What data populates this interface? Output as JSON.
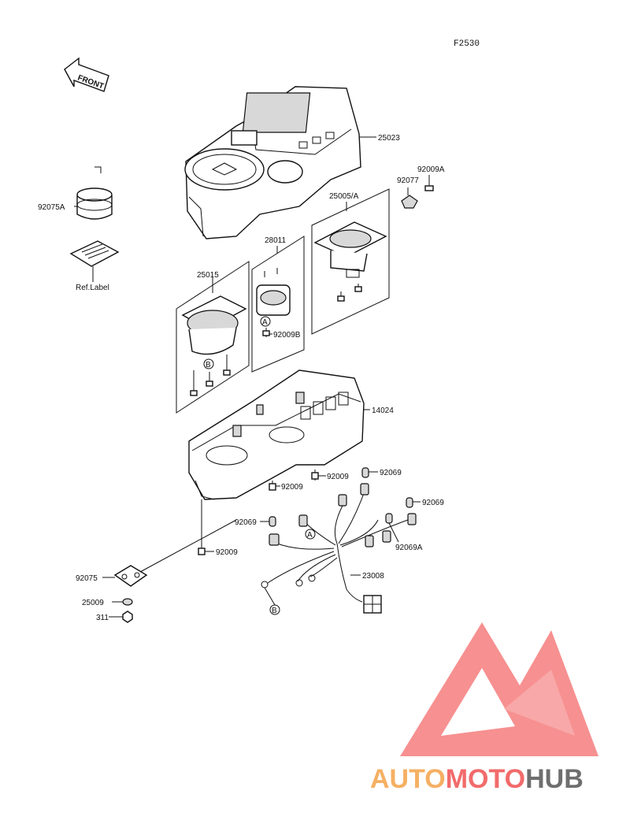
{
  "figure_code": "F2530",
  "front_arrow": "FRONT",
  "callouts": {
    "p25023": "25023",
    "p92075A": "92075A",
    "ref_label": "Ref.Label",
    "p92009A": "92009A",
    "p92077": "92077",
    "p25005A": "25005/A",
    "p28011": "28011",
    "p25015": "25015",
    "p92009B": "92009B",
    "p14024": "14024",
    "p92009_a": "92009",
    "p92009_b": "92009",
    "p92009_c": "92009",
    "p92069_a": "92069",
    "p92069_b": "92069",
    "p92069_c": "92069",
    "p92069A": "92069A",
    "p23008": "23008",
    "p92075": "92075",
    "p25009": "25009",
    "p311": "311"
  },
  "markers": {
    "A1": "A",
    "A2": "A",
    "B1": "B",
    "B2": "B"
  },
  "watermark": {
    "part1": "AUTO",
    "part2": "MOTO",
    "part3": "HUB",
    "colors": {
      "orange": "#f5b063",
      "red": "#f26b6b",
      "gray": "#6e6e6e",
      "logo_red": "#f45b5b",
      "logo_pink": "#f7a6a6"
    }
  }
}
